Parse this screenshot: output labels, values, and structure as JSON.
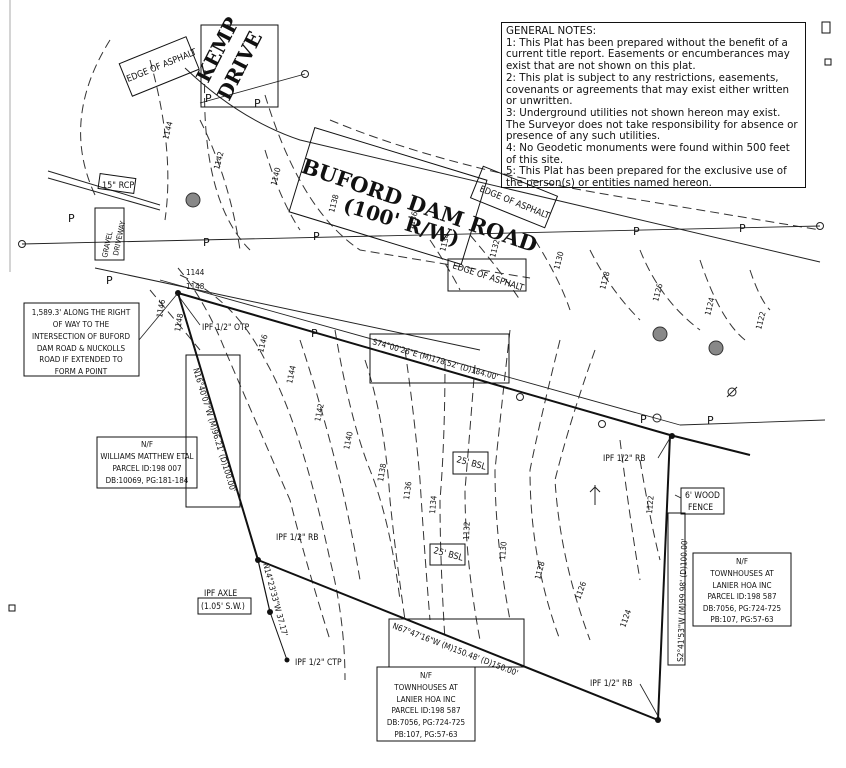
{
  "roads": {
    "kemp": [
      "KEMP",
      "DRIVE"
    ],
    "buford": [
      "BUFORD DAM ROAD",
      "(100' R/W)"
    ]
  },
  "labels": {
    "edge_asphalt": "EDGE OF ASPHALT",
    "rcp": "15\" RCP",
    "gravel": [
      "GRAVEL",
      "DRIVEWAY"
    ],
    "pole": "P",
    "bsl": "25' BSL",
    "ipf_otp": "IPF 1/2\" OTP",
    "ipf_rb": "IPF 1/2\" RB",
    "ipf_ctp": "IPF 1/2\" CTP",
    "ipf_axle": [
      "IPF AXLE",
      "(1.05' S.W.)"
    ],
    "fence": [
      "6' WOOD",
      "FENCE"
    ]
  },
  "contours": [
    "1144",
    "1142",
    "1140",
    "1138",
    "1136",
    "1134",
    "1132",
    "1130",
    "1128",
    "1126",
    "1124",
    "1122",
    "1144",
    "1148",
    "1146",
    "1148",
    "1146",
    "1144",
    "1142",
    "1140",
    "1138",
    "1136",
    "1134",
    "1132",
    "1130",
    "1128",
    "1126",
    "1124",
    "1122"
  ],
  "bearings": {
    "north_line": "S74°00'26\"E (M)178.52' (D)184.00'",
    "west_line": "N16°40'07\"W (M)96.21' (D)100.00'",
    "short_line": "N14°23'33\"W 37.17'",
    "south_line": "N67°47'16\"W (M)150.48' (D)150.00'",
    "east_line": "S2°41'53\"W (M)99.98' (D)100.00'"
  },
  "reference_note": [
    "1,589.3' ALONG THE RIGHT",
    "OF WAY TO THE",
    "INTERSECTION OF BUFORD",
    "DAM ROAD & NUCKOLLS",
    "ROAD IF EXTENDED TO",
    "FORM A POINT"
  ],
  "owners": {
    "williams": [
      "N/F",
      "WILLIAMS MATTHEW ETAL",
      "PARCEL ID:198 007",
      "DB:10069, PG:181-184"
    ],
    "townhouses_east": [
      "N/F",
      "TOWNHOUSES AT",
      "LANIER HOA INC",
      "PARCEL ID:198 587",
      "DB:7056, PG:724-725",
      "PB:107, PG:57-63"
    ],
    "townhouses_south": [
      "N/F",
      "TOWNHOUSES AT",
      "LANIER HOA INC",
      "PARCEL ID:198 587",
      "DB:7056, PG:724-725",
      "PB:107, PG:57-63"
    ]
  },
  "general_notes": {
    "title": "GENERAL NOTES:",
    "items": [
      "1: This Plat has been prepared without the benefit of a current title report.  Easements or encumberances may exist that are not shown on this plat.",
      "2: This plat is subject to any restrictions, easements, covenants or agreements that may exist either written or unwritten.",
      "3: Underground utilities not shown hereon may exist. The Surveyor does not take responsibility for absence or presence of any such utilities.",
      "4: No Geodetic monuments were found within 500 feet of this site.",
      "5: This Plat has been prepared for the exclusive use of the person(s) or entities named hereon."
    ]
  }
}
